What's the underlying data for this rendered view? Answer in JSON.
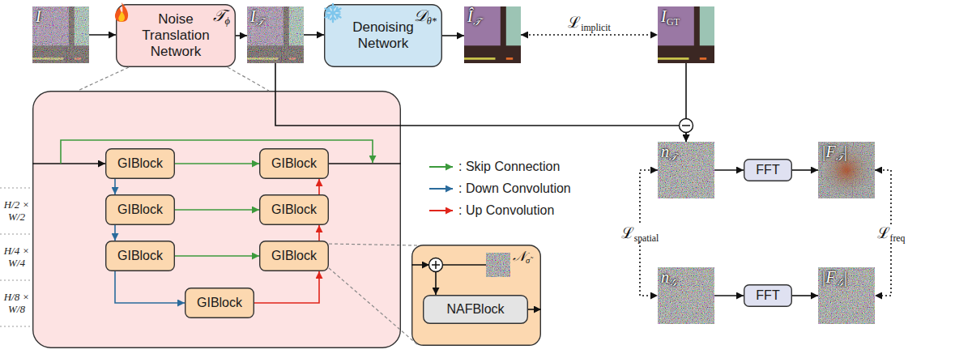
{
  "diagram": {
    "nodes": [
      {
        "text": [
          "I"
        ]
      },
      {
        "text": [
          "Noise Translation Network",
          "𝒯ϕ"
        ]
      },
      {
        "text": [
          "I𝒯"
        ]
      },
      {
        "text": [
          "Denoising Network",
          "𝒟θ*"
        ]
      },
      {
        "text": [
          "Î𝒯"
        ]
      },
      {
        "text": [
          "IGT"
        ]
      },
      {
        "text": []
      },
      {
        "text": [
          "GIBlock"
        ],
        "in": 6
      },
      {
        "text": [
          "GIBlock"
        ],
        "in": 6
      },
      {
        "text": [
          "GIBlock"
        ],
        "in": 6
      },
      {
        "text": [
          "GIBlock"
        ],
        "in": 6
      },
      {
        "text": [
          "GIBlock"
        ],
        "in": 6
      },
      {
        "text": [
          "GIBlock"
        ],
        "in": 6
      },
      {
        "text": [
          "GIBlock"
        ],
        "in": 6
      },
      {
        "text": []
      },
      {
        "text": [
          "𝒩σ̃"
        ],
        "in": 14
      },
      {
        "text": [
          "NAFBlock"
        ],
        "in": 14
      },
      {
        "text": [
          "n𝒯"
        ]
      },
      {
        "text": [
          "FFT"
        ]
      },
      {
        "text": [
          "|F𝒯|"
        ]
      },
      {
        "text": [
          "n𝒢"
        ]
      },
      {
        "text": [
          "FFT"
        ]
      },
      {
        "text": [
          "|F𝒢|"
        ]
      }
    ],
    "edges": [
      {
        "from": 0,
        "to": 1,
        "arrow": "to"
      },
      {
        "from": 1,
        "to": 2,
        "arrow": "to"
      },
      {
        "from": 2,
        "to": 3,
        "arrow": "to"
      },
      {
        "from": 3,
        "to": 4,
        "arrow": "to"
      },
      {
        "from": 4,
        "to": 5,
        "arrow": "both",
        "label": "ℒimplicit"
      },
      {
        "from": 2,
        "to": 17,
        "arrow": "to"
      },
      {
        "from": 5,
        "to": 17,
        "arrow": "to"
      },
      {
        "from": 17,
        "to": 18,
        "arrow": "to"
      },
      {
        "from": 18,
        "to": 19,
        "arrow": "to"
      },
      {
        "from": 20,
        "to": 21,
        "arrow": "to"
      },
      {
        "from": 21,
        "to": 22,
        "arrow": "to"
      },
      {
        "from": 17,
        "to": 20,
        "arrow": "both",
        "label": "ℒspatial"
      },
      {
        "from": 19,
        "to": 22,
        "arrow": "both",
        "label": "ℒfreq"
      },
      {
        "from": 1,
        "to": 6,
        "arrow": "none"
      },
      {
        "from": 1,
        "to": 6,
        "arrow": "none"
      },
      {
        "from": 7,
        "to": 8,
        "arrow": "to"
      },
      {
        "from": 7,
        "to": 9,
        "arrow": "to"
      },
      {
        "from": 9,
        "to": 10,
        "arrow": "to"
      },
      {
        "from": 9,
        "to": 11,
        "arrow": "to"
      },
      {
        "from": 11,
        "to": 12,
        "arrow": "to"
      },
      {
        "from": 11,
        "to": 13,
        "arrow": "to"
      },
      {
        "from": 13,
        "to": 12,
        "arrow": "to"
      },
      {
        "from": 12,
        "to": 10,
        "arrow": "to"
      },
      {
        "from": 10,
        "to": 8,
        "arrow": "to"
      },
      {
        "from": 12,
        "to": 14,
        "arrow": "none"
      },
      {
        "from": 12,
        "to": 14,
        "arrow": "none"
      },
      {
        "from": 15,
        "to": 16,
        "arrow": "to"
      }
    ],
    "labels": [
      "H/2 × W/2",
      "H/4 × W/4",
      "H/8 × W/8"
    ],
    "legend": [
      {
        "text": ": Skip Connection"
      },
      {
        "text": ": Down Convolution"
      },
      {
        "text": ": Up Convolution"
      }
    ]
  }
}
